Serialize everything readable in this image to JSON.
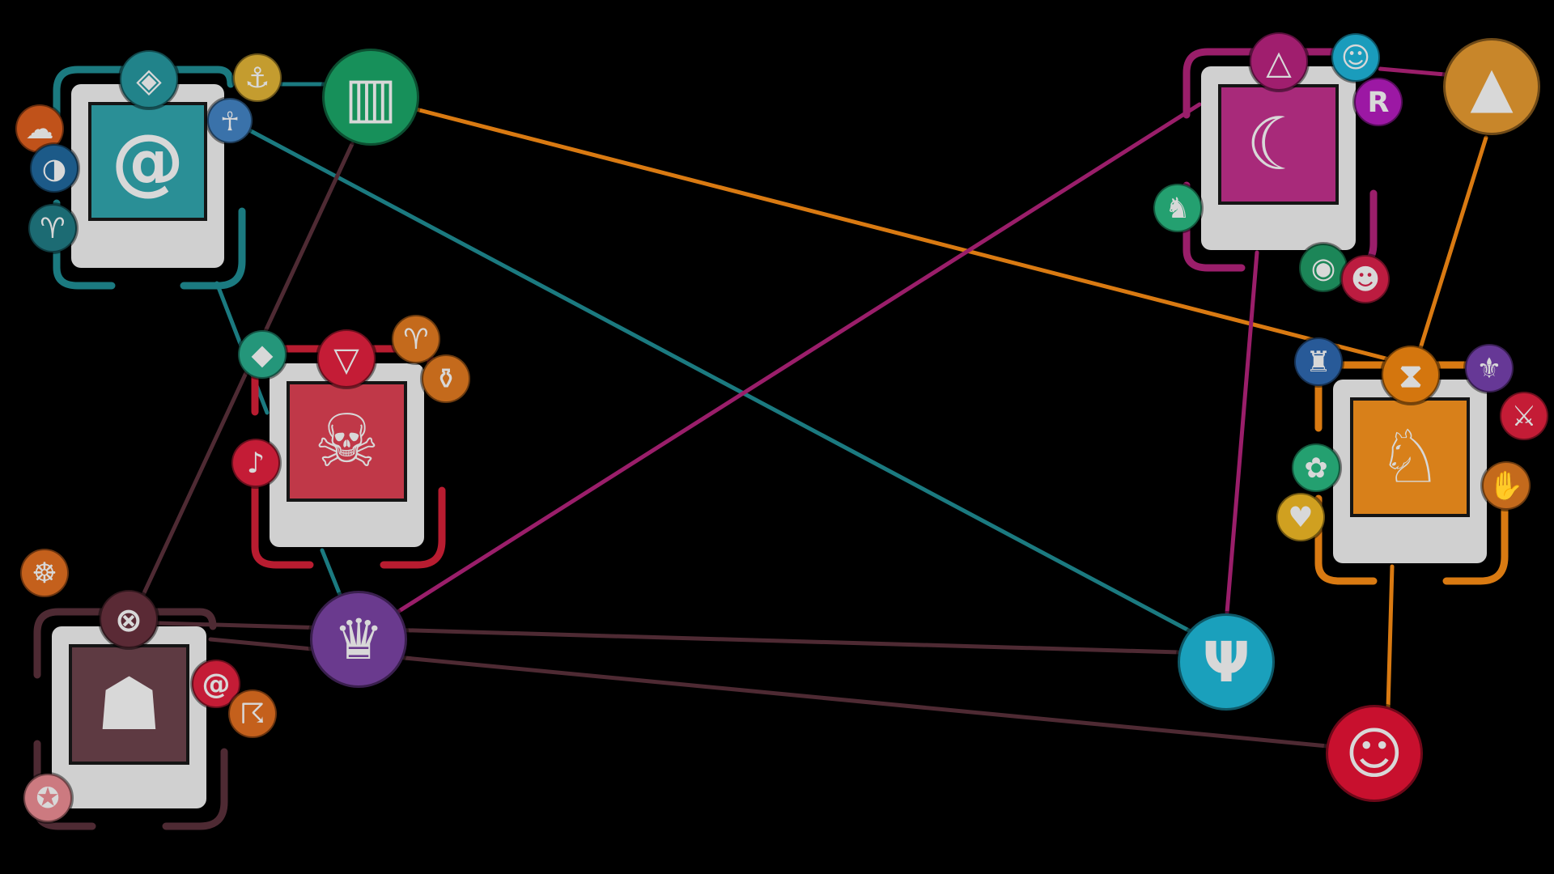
{
  "colors": {
    "background": "#000000",
    "card": "#d0d0d0",
    "teal": "#1b7a80",
    "red": "#b81c30",
    "maroon": "#4e2a33",
    "magenta": "#9a1e6a",
    "orange": "#d97a12"
  },
  "cards": [
    {
      "id": "teal-character",
      "color": "#1b7a80",
      "portrait_bg": "#2a8f96",
      "portrait": "spiral-slime-icon",
      "badges": [
        {
          "icon": "spiral-diamond-icon",
          "color": "#21838a",
          "main": true
        },
        {
          "icon": "hook-icon",
          "color": "#c49c2f"
        },
        {
          "icon": "ankh-card-icon",
          "color": "#3a72aa"
        },
        {
          "icon": "storm-cloud-icon",
          "color": "#c0521a"
        },
        {
          "icon": "masquerade-mask-icon",
          "color": "#1c5a88"
        },
        {
          "icon": "sheep-icon",
          "color": "#1c6b73"
        }
      ]
    },
    {
      "id": "red-character",
      "color": "#b81c30",
      "portrait_bg": "#c03848",
      "portrait": "grinning-demon-icon",
      "badges": [
        {
          "icon": "triangle-down-icon",
          "color": "#c41c36",
          "main": true
        },
        {
          "icon": "crystal-icon",
          "color": "#24967a"
        },
        {
          "icon": "ram-icon",
          "color": "#c46a1c"
        },
        {
          "icon": "urn-icon",
          "color": "#c46a1c"
        },
        {
          "icon": "microphone-icon",
          "color": "#c41c36"
        }
      ]
    },
    {
      "id": "maroon-character",
      "color": "#4e2a33",
      "portrait_bg": "#5e3a42",
      "portrait": "masked-warrior-icon",
      "badges": [
        {
          "icon": "crossed-circle-icon",
          "color": "#5a2a35",
          "main": true
        },
        {
          "icon": "wheel-icon",
          "color": "#c4601c"
        },
        {
          "icon": "swirl-icon",
          "color": "#c41c36"
        },
        {
          "icon": "thunder-cloud-icon",
          "color": "#c4601c"
        },
        {
          "icon": "medal-icon",
          "color": "#cc7a80"
        }
      ]
    },
    {
      "id": "magenta-character",
      "color": "#9a1e6a",
      "portrait_bg": "#a82a7a",
      "portrait": "glitch-elf-icon",
      "badges": [
        {
          "icon": "triangle-circle-icon",
          "color": "#a01e6e",
          "main": true
        },
        {
          "icon": "bust-icon",
          "color": "#1a9cbc"
        },
        {
          "icon": "letter-r-icon",
          "color": "#9c18a4",
          "label": "R"
        },
        {
          "icon": "cat-icon",
          "color": "#24a070"
        },
        {
          "icon": "orbit-eye-icon",
          "color": "#1c8658"
        },
        {
          "icon": "statue-bust-icon",
          "color": "#bc1c40"
        }
      ]
    },
    {
      "id": "orange-character",
      "color": "#d97a12",
      "portrait_bg": "#d8801a",
      "portrait": "unicorn-dragon-icon",
      "badges": [
        {
          "icon": "hourglass-icon",
          "color": "#d4760e",
          "main": true
        },
        {
          "icon": "chef-hat-icon",
          "color": "#285a98"
        },
        {
          "icon": "fleur-de-lis-icon",
          "color": "#663896"
        },
        {
          "icon": "sword-icon",
          "color": "#c41c36"
        },
        {
          "icon": "flower-icon",
          "color": "#24a070"
        },
        {
          "icon": "heart-icon",
          "color": "#d0a020"
        },
        {
          "icon": "glove-icon",
          "color": "#c46a1c"
        }
      ]
    }
  ],
  "hubs": [
    {
      "id": "building-hub",
      "icon": "building-icon",
      "color": "#17905a"
    },
    {
      "id": "top-hat-hub",
      "icon": "top-hat-icon",
      "color": "#6a3a8e"
    },
    {
      "id": "trident-hub",
      "icon": "trident-icon",
      "color": "#1aa0bc"
    },
    {
      "id": "theater-masks-hub",
      "icon": "theater-masks-icon",
      "color": "#c8102e"
    },
    {
      "id": "pyramid-hub",
      "icon": "pyramid-icon",
      "color": "#c8862a"
    }
  ],
  "connections": [
    {
      "from": "building-hub",
      "to": "orange-character",
      "color": "#d97a12"
    },
    {
      "from": "pyramid-hub",
      "to": "orange-character",
      "color": "#d97a12"
    },
    {
      "from": "orange-character",
      "to": "theater-masks-hub",
      "color": "#d97a12"
    },
    {
      "from": "teal-character",
      "to": "trident-hub",
      "color": "#1b7a80"
    },
    {
      "from": "teal-character",
      "to": "building-hub",
      "color": "#1b7a80"
    },
    {
      "from": "teal-character",
      "to": "red-character",
      "color": "#1b7a80"
    },
    {
      "from": "red-character",
      "to": "top-hat-hub",
      "color": "#1b7a80"
    },
    {
      "from": "building-hub",
      "to": "maroon-character",
      "color": "#4e2a33"
    },
    {
      "from": "maroon-character",
      "to": "trident-hub",
      "color": "#4e2a33"
    },
    {
      "from": "maroon-character",
      "to": "theater-masks-hub",
      "color": "#4e2a33"
    },
    {
      "from": "magenta-character",
      "to": "top-hat-hub",
      "color": "#9a1e6a"
    },
    {
      "from": "magenta-character",
      "to": "trident-hub",
      "color": "#9a1e6a"
    },
    {
      "from": "magenta-character",
      "to": "pyramid-hub",
      "color": "#9a1e6a"
    }
  ]
}
